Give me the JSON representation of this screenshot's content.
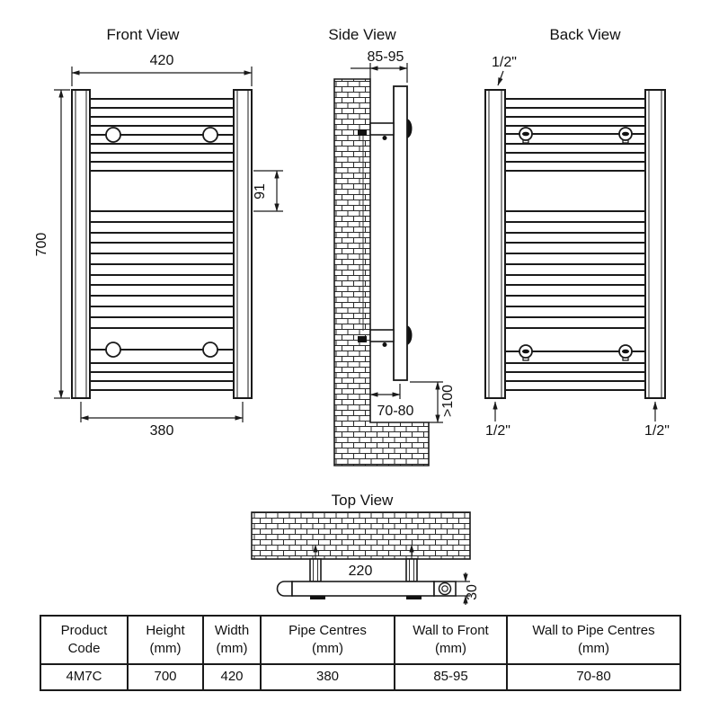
{
  "views": {
    "front": {
      "title": "Front View",
      "width_overall": "420",
      "height_overall": "700",
      "pipe_centres": "380",
      "bar_gap": "91"
    },
    "side": {
      "title": "Side View",
      "wall_to_front": "85-95",
      "wall_to_pipe_centres": "70-80",
      "floor_clearance": ">100"
    },
    "back": {
      "title": "Back View",
      "connection_top": "1/2\"",
      "connection_bottom_left": "1/2\"",
      "connection_bottom_right": "1/2\""
    },
    "top": {
      "title": "Top View",
      "bracket_centres": "220",
      "tube_depth": "30"
    }
  },
  "table": {
    "headers": [
      {
        "line1": "Product",
        "line2": "Code"
      },
      {
        "line1": "Height",
        "line2": "(mm)"
      },
      {
        "line1": "Width",
        "line2": "(mm)"
      },
      {
        "line1": "Pipe Centres",
        "line2": "(mm)"
      },
      {
        "line1": "Wall to Front",
        "line2": "(mm)"
      },
      {
        "line1": "Wall to Pipe Centres",
        "line2": "(mm)"
      }
    ],
    "row": [
      "4M7C",
      "700",
      "420",
      "380",
      "85-95",
      "70-80"
    ]
  }
}
